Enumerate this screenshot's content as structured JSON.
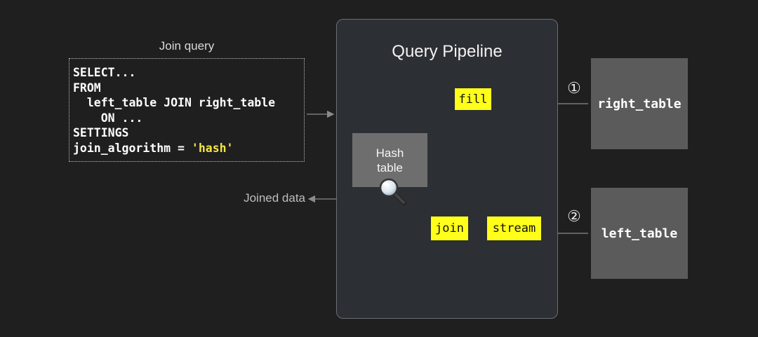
{
  "query": {
    "caption": "Join query",
    "lines": [
      "SELECT...",
      "FROM",
      "  left_table JOIN right_table",
      "    ON ...",
      "SETTINGS"
    ],
    "last_line_prefix": "join_algorithm = ",
    "last_line_value": "'hash'"
  },
  "pipeline": {
    "title": "Query Pipeline",
    "hash_table_line1": "Hash",
    "hash_table_line2": "table"
  },
  "tables": {
    "right": "right_table",
    "left": "left_table"
  },
  "tags": {
    "fill": "fill",
    "join": "join",
    "stream": "stream"
  },
  "steps": {
    "one": "①",
    "two": "②"
  },
  "output": {
    "joined_label": "Joined data"
  },
  "colors": {
    "highlight": "#ffff1a",
    "string_literal": "#f5e642",
    "arrow": "#8a8a8a"
  },
  "icons": [
    "magnifier-icon"
  ]
}
